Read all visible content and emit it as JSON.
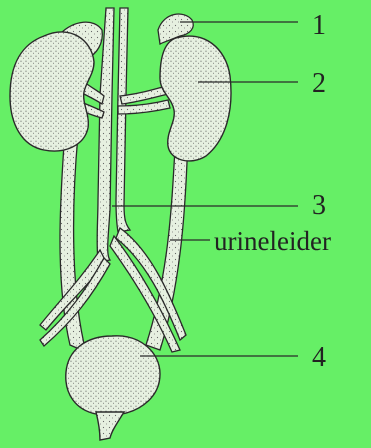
{
  "colors": {
    "background": "#66EF66",
    "organ_fill": "#E6F0E0",
    "stroke": "#2a2a2a",
    "stipple": "#555555",
    "label_text": "#222222"
  },
  "labels": {
    "l1": "1",
    "l2": "2",
    "l3": "3",
    "l4": "4",
    "ureter": "urineleider"
  }
}
